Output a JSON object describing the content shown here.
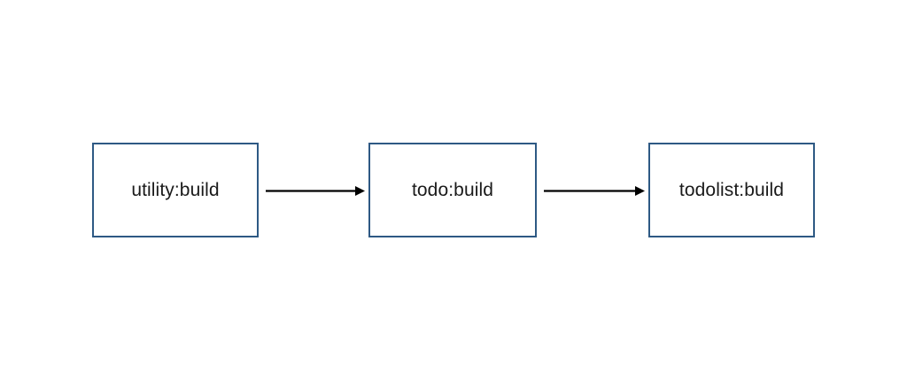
{
  "diagram": {
    "type": "task-dependency-graph",
    "background_color": "#ffffff",
    "node_border_color": "#2e5984",
    "node_fill_color": "#ffffff",
    "edge_color": "#000000",
    "label_color": "#1a1a1a",
    "nodes": [
      {
        "id": "utility-build",
        "label": "utility:build"
      },
      {
        "id": "todo-build",
        "label": "todo:build"
      },
      {
        "id": "todolist-build",
        "label": "todolist:build"
      }
    ],
    "edges": [
      {
        "id": "edge-utility-to-todo",
        "from": "utility:build",
        "to": "todo:build",
        "arrowhead": "solid-triangle"
      },
      {
        "id": "edge-todo-to-todolist",
        "from": "todo:build",
        "to": "todolist:build",
        "arrowhead": "solid-triangle"
      }
    ]
  }
}
